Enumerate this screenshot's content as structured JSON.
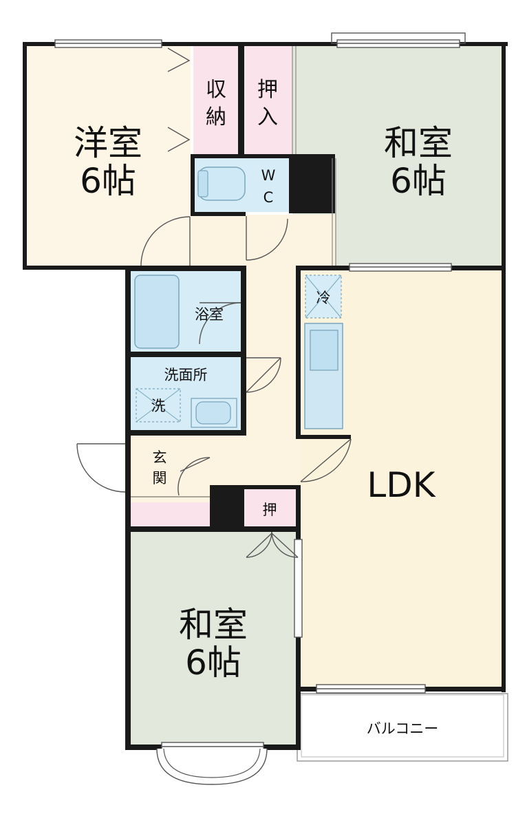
{
  "rooms": {
    "western_room": {
      "name": "洋室",
      "size": "6帖"
    },
    "japanese_room_north": {
      "name": "和室",
      "size": "6帖"
    },
    "japanese_room_south": {
      "name": "和室",
      "size": "6帖"
    },
    "ldk": {
      "name": "LDK"
    },
    "balcony": {
      "name": "バルコニー"
    },
    "storage": {
      "line1": "収",
      "line2": "納"
    },
    "closet_north": {
      "line1": "押",
      "line2": "入"
    },
    "closet_south": {
      "name": "押"
    },
    "toilet": {
      "line1": "W",
      "line2": "C"
    },
    "bathroom": {
      "name": "浴室"
    },
    "washroom": {
      "name": "洗面所"
    },
    "washer": {
      "name": "洗"
    },
    "fridge": {
      "name": "冷"
    },
    "entrance": {
      "line1": "玄",
      "line2": "関"
    }
  },
  "colors": {
    "wall": "#1a1a1a",
    "western_floor": "#fdf6e6",
    "japanese_floor": "#e3e8dd",
    "ldk_floor": "#fcf3dc",
    "hall_floor": "#fcf3e1",
    "storage_pink": "#fbe3ec",
    "wet_area_blue": "#d6ecf7",
    "balcony_floor": "#ffffff"
  }
}
